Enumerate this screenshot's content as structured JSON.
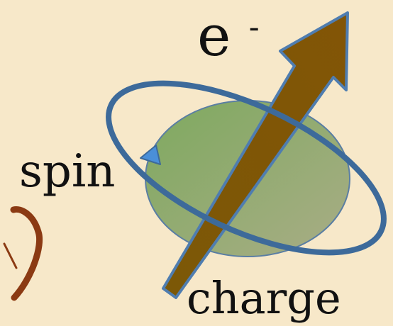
{
  "labels": {
    "electron_base": "e",
    "electron_superscript": "-",
    "spin": "spin",
    "charge": "charge"
  },
  "colors": {
    "background": "#f7e8c9",
    "sphere_fill": "#7fa35e",
    "sphere_stroke": "#5a7ea3",
    "orbit_stroke": "#3d6a9a",
    "orbit_arrowhead": "#4a8fd8",
    "axis_arrow_fill": "#7c5707",
    "axis_arrow_stroke": "#4f7db0",
    "partial_symbol_stroke": "#8b3a13",
    "text": "#111111"
  },
  "icons": {
    "spin_direction": "arrowhead-icon",
    "partial_symbol": "partial-curve-icon"
  }
}
